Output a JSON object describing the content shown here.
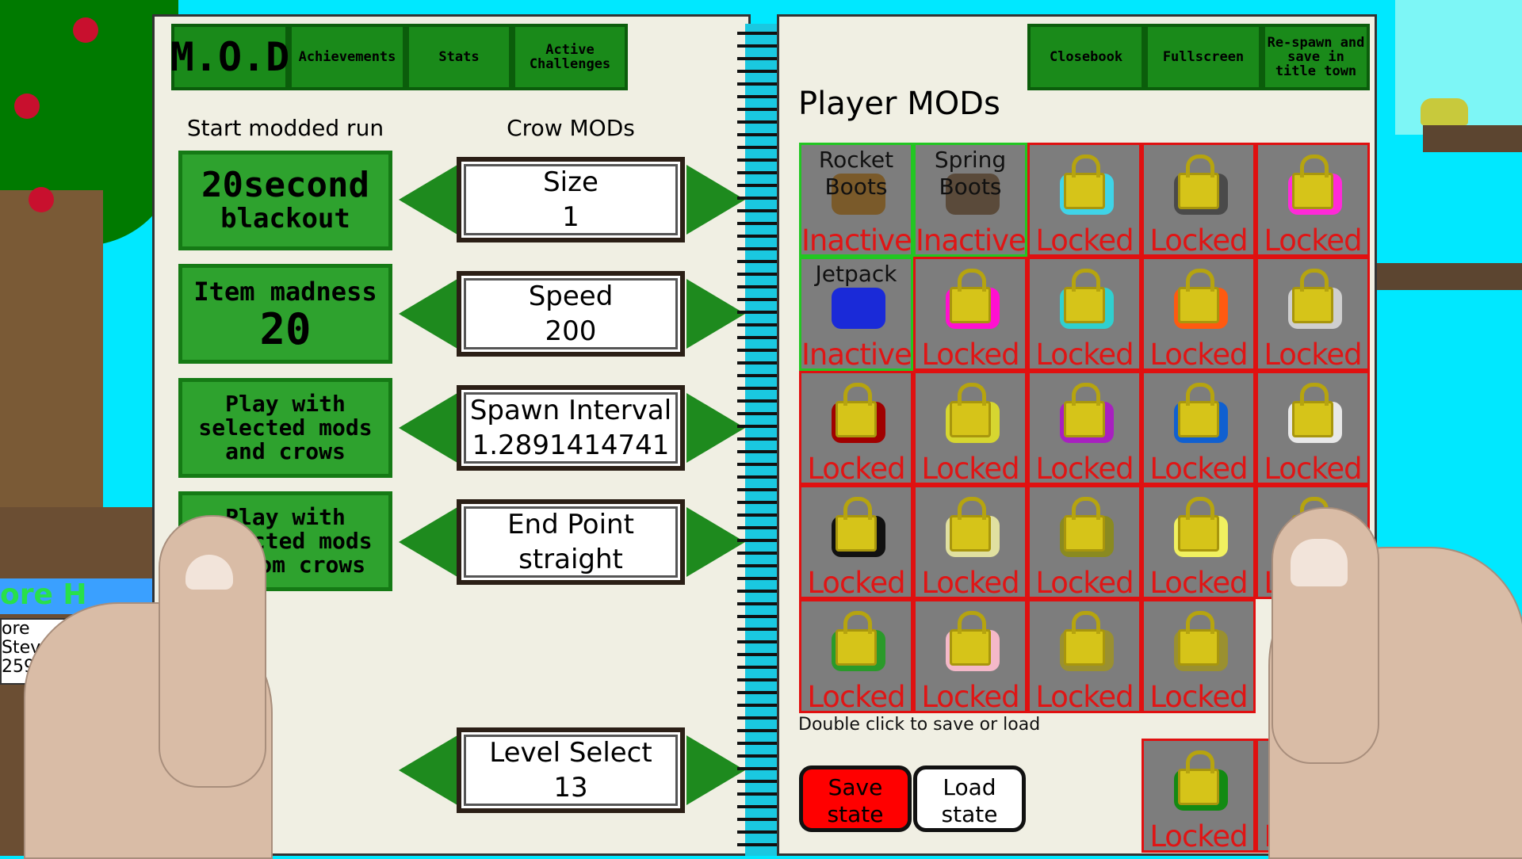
{
  "left_page": {
    "tabs": [
      {
        "label": "M.O.D"
      },
      {
        "label": "Achievements"
      },
      {
        "label": "Stats"
      },
      {
        "label": "Active Challenges"
      }
    ],
    "start_header": "Start modded run",
    "crow_header": "Crow MODs",
    "runs": [
      {
        "line1": "20second",
        "line2": "blackout"
      },
      {
        "line1": "Item madness",
        "line2": "20"
      },
      {
        "line1": "Play with",
        "line2": "selected mods",
        "line3": "and crows"
      },
      {
        "line1": "Play with",
        "line2": "selected mods",
        "line3": "random crows"
      }
    ],
    "crow_settings": [
      {
        "name": "Size",
        "value": "1"
      },
      {
        "name": "Speed",
        "value": "200"
      },
      {
        "name": "Spawn Interval",
        "value": "1.2891414741"
      },
      {
        "name": "End Point",
        "value": "straight"
      }
    ],
    "level_select": {
      "name": "Level Select",
      "value": "13"
    }
  },
  "right_page": {
    "tabs": [
      {
        "label": "Closebook"
      },
      {
        "label": "Fullscreen"
      },
      {
        "label": "Re-spawn and save in title town"
      }
    ],
    "title": "Player MODs",
    "mods": [
      {
        "name": "Rocket Boots",
        "status": "Inactive",
        "unlocked": true,
        "icon": "rocket-boots-icon"
      },
      {
        "name": "Spring Boots",
        "status": "Inactive",
        "unlocked": true,
        "icon": "spring-boots-icon"
      },
      {
        "name": "",
        "status": "Locked",
        "unlocked": false,
        "icon": "skateboard-icon"
      },
      {
        "name": "",
        "status": "Locked",
        "unlocked": false,
        "icon": "boot-icon"
      },
      {
        "name": "",
        "status": "Locked",
        "unlocked": false,
        "icon": "pink-boot-icon"
      },
      {
        "name": "Jetpack",
        "status": "Inactive",
        "unlocked": true,
        "icon": "jetpack-icon"
      },
      {
        "name": "",
        "status": "Locked",
        "unlocked": false,
        "icon": "cape-icon"
      },
      {
        "name": "",
        "status": "Locked",
        "unlocked": false,
        "icon": "shirt-icon"
      },
      {
        "name": "",
        "status": "Locked",
        "unlocked": false,
        "icon": "helmet-icon"
      },
      {
        "name": "",
        "status": "Locked",
        "unlocked": false,
        "icon": "feather-icon"
      },
      {
        "name": "",
        "status": "Locked",
        "unlocked": false,
        "icon": "red-hat-icon"
      },
      {
        "name": "",
        "status": "Locked",
        "unlocked": false,
        "icon": "yellow-hat-icon"
      },
      {
        "name": "",
        "status": "Locked",
        "unlocked": false,
        "icon": "purple-hat-icon"
      },
      {
        "name": "",
        "status": "Locked",
        "unlocked": false,
        "icon": "blue-hat-icon"
      },
      {
        "name": "",
        "status": "Locked",
        "unlocked": false,
        "icon": "white-hat-icon"
      },
      {
        "name": "",
        "status": "Locked",
        "unlocked": false,
        "icon": "black-hat-icon"
      },
      {
        "name": "",
        "status": "Locked",
        "unlocked": false,
        "icon": "syringe-icon"
      },
      {
        "name": "",
        "status": "Locked",
        "unlocked": false,
        "icon": "magnifier-icon"
      },
      {
        "name": "",
        "status": "Locked",
        "unlocked": false,
        "icon": "onion-icon"
      },
      {
        "name": "",
        "status": "Locked",
        "unlocked": false,
        "icon": "flower-icon"
      },
      {
        "name": "",
        "status": "Locked",
        "unlocked": false,
        "icon": "bottle-icon"
      },
      {
        "name": "",
        "status": "Locked",
        "unlocked": false,
        "icon": "cake-icon"
      },
      {
        "name": "",
        "status": "Locked",
        "unlocked": false,
        "icon": "pile-icon"
      },
      {
        "name": "",
        "status": "Locked",
        "unlocked": false,
        "icon": "pile-icon"
      },
      {
        "name": "",
        "status": "Locked",
        "unlocked": false,
        "icon": "flower-green-icon"
      },
      {
        "name": "",
        "status": "Locked",
        "unlocked": false,
        "icon": "unknown-icon"
      }
    ],
    "hint": "Double click to save or load",
    "save_label": "Save state",
    "load_label": "Load state"
  },
  "background": {
    "score_banner": "ore H",
    "score_lines": [
      "ore",
      "Steve",
      "2598"
    ]
  },
  "colors": {
    "page": "#f0efe3",
    "tab_green": "#1a8a1a",
    "locked_red": "#e01515",
    "unlocked_green": "#22c622",
    "sky": "#00e8ff"
  }
}
